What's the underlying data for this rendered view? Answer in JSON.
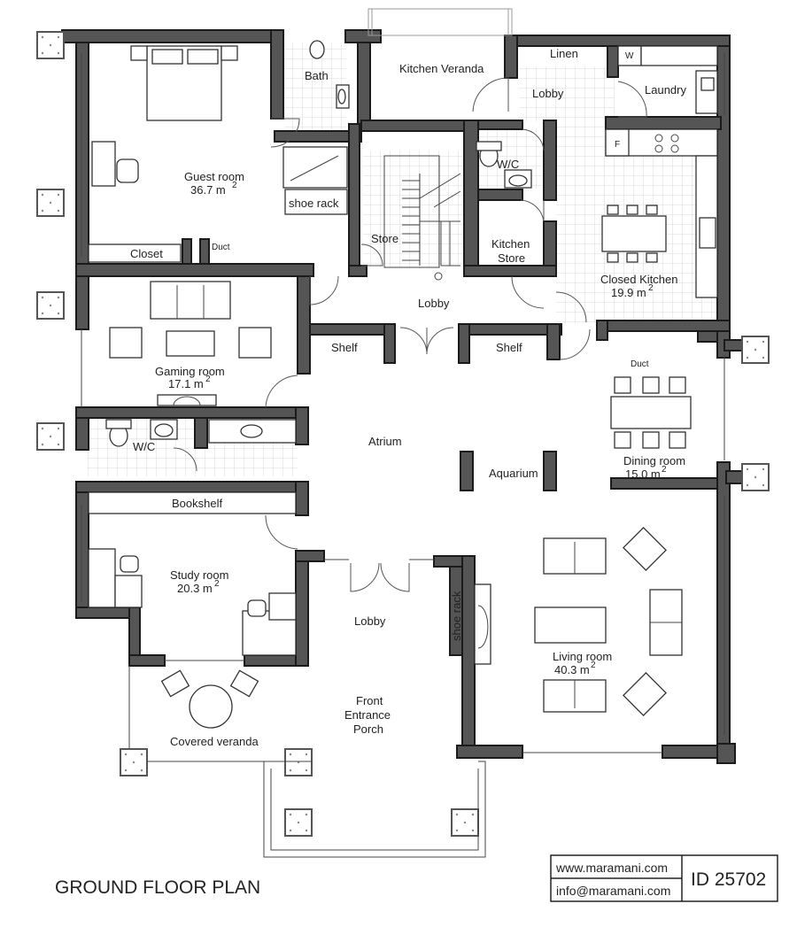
{
  "title": "GROUND FLOOR PLAN",
  "contact": {
    "website": "www.maramani.com",
    "email": "info@maramani.com",
    "plan_id": "ID 25702"
  },
  "rooms": {
    "guest_room": "Guest room",
    "guest_room_area": "36.7 m",
    "bath": "Bath",
    "shoe_rack_top": "shoe rack",
    "closet": "Closet",
    "duct_top": "Duct",
    "kitchen_veranda": "Kitchen Veranda",
    "linen": "Linen",
    "lobby_top": "Lobby",
    "laundry": "Laundry",
    "washer": "W",
    "fridge": "F",
    "wc_top": "W/C",
    "store": "Store",
    "kitchen_store_1": "Kitchen",
    "kitchen_store_2": "Store",
    "closed_kitchen": "Closed Kitchen",
    "closed_kitchen_area": "19.9 m",
    "lobby_mid": "Lobby",
    "shelf_left": "Shelf",
    "shelf_right": "Shelf",
    "duct_right": "Duct",
    "gaming_room": "Gaming room",
    "gaming_room_area": "17.1 m",
    "wc_left": "W/C",
    "atrium": "Atrium",
    "aquarium": "Aquarium",
    "dining_room": "Dining room",
    "dining_room_area": "15.0 m",
    "bookshelf": "Bookshelf",
    "study_room": "Study room",
    "study_room_area": "20.3 m",
    "lobby_bottom": "Lobby",
    "shoe_rack_vertical": "shoe rack",
    "living_room": "Living room",
    "living_room_area": "40.3 m",
    "front_entrance_1": "Front",
    "front_entrance_2": "Entrance",
    "front_entrance_3": "Porch",
    "covered_veranda": "Covered veranda",
    "sup": "2"
  }
}
